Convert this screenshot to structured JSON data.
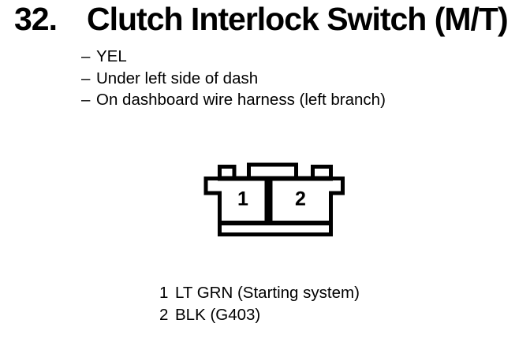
{
  "colors": {
    "ink": "#000000",
    "paper": "#ffffff"
  },
  "heading": {
    "number": "32.",
    "title": "Clutch Interlock Switch (M/T)"
  },
  "details": [
    {
      "marker": "–",
      "text": "YEL"
    },
    {
      "marker": "–",
      "text": "Under left side of dash"
    },
    {
      "marker": "–",
      "text": "On dashboard wire harness (left branch)"
    }
  ],
  "connector": {
    "type": "2-cavity connector, terminal-side view",
    "cavities": [
      {
        "number": "1"
      },
      {
        "number": "2"
      }
    ]
  },
  "legend": [
    {
      "pin": "1",
      "label": "LT GRN (Starting system)"
    },
    {
      "pin": "2",
      "label": "BLK (G403)"
    }
  ]
}
